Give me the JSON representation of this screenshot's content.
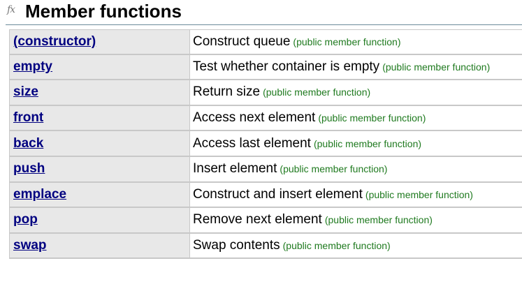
{
  "section": {
    "icon": "fx-icon",
    "icon_text": "fx",
    "title": "Member functions"
  },
  "members": [
    {
      "name": "(constructor)",
      "description": "Construct queue",
      "kind": "(public member function)"
    },
    {
      "name": "empty",
      "description": "Test whether container is empty",
      "kind": "(public member function)"
    },
    {
      "name": "size",
      "description": "Return size",
      "kind": "(public member function)"
    },
    {
      "name": "front",
      "description": "Access next element",
      "kind": "(public member function)"
    },
    {
      "name": "back",
      "description": "Access last element",
      "kind": "(public member function)"
    },
    {
      "name": "push",
      "description": "Insert element",
      "kind": "(public member function)"
    },
    {
      "name": "emplace",
      "description": "Construct and insert element",
      "kind": "(public member function)"
    },
    {
      "name": "pop",
      "description": "Remove next element",
      "kind": "(public member function)"
    },
    {
      "name": "swap",
      "description": "Swap contents",
      "kind": "(public member function)"
    }
  ],
  "colors": {
    "link": "#000080",
    "kind": "#1f7a1f",
    "name_cell_bg": "#e8e8e8",
    "border": "#c8c8c8"
  }
}
